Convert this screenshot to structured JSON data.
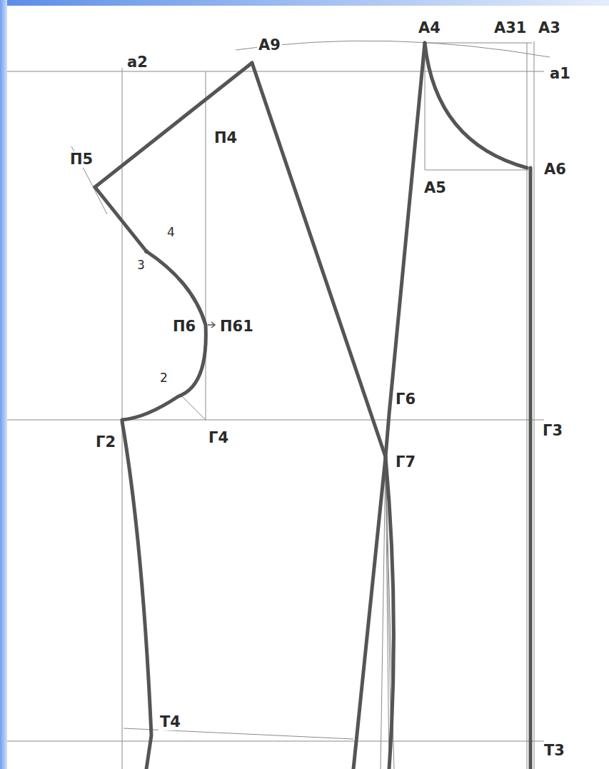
{
  "diagram": {
    "labels": [
      "А9",
      "А4",
      "А31",
      "А3",
      "а2",
      "а1",
      "П5",
      "П4",
      "А6",
      "А5",
      "4",
      "3",
      "П6",
      "П61",
      "2",
      "Г6",
      "Г2",
      "Г4",
      "Г3",
      "Г7",
      "Т4",
      "Т3"
    ]
  }
}
